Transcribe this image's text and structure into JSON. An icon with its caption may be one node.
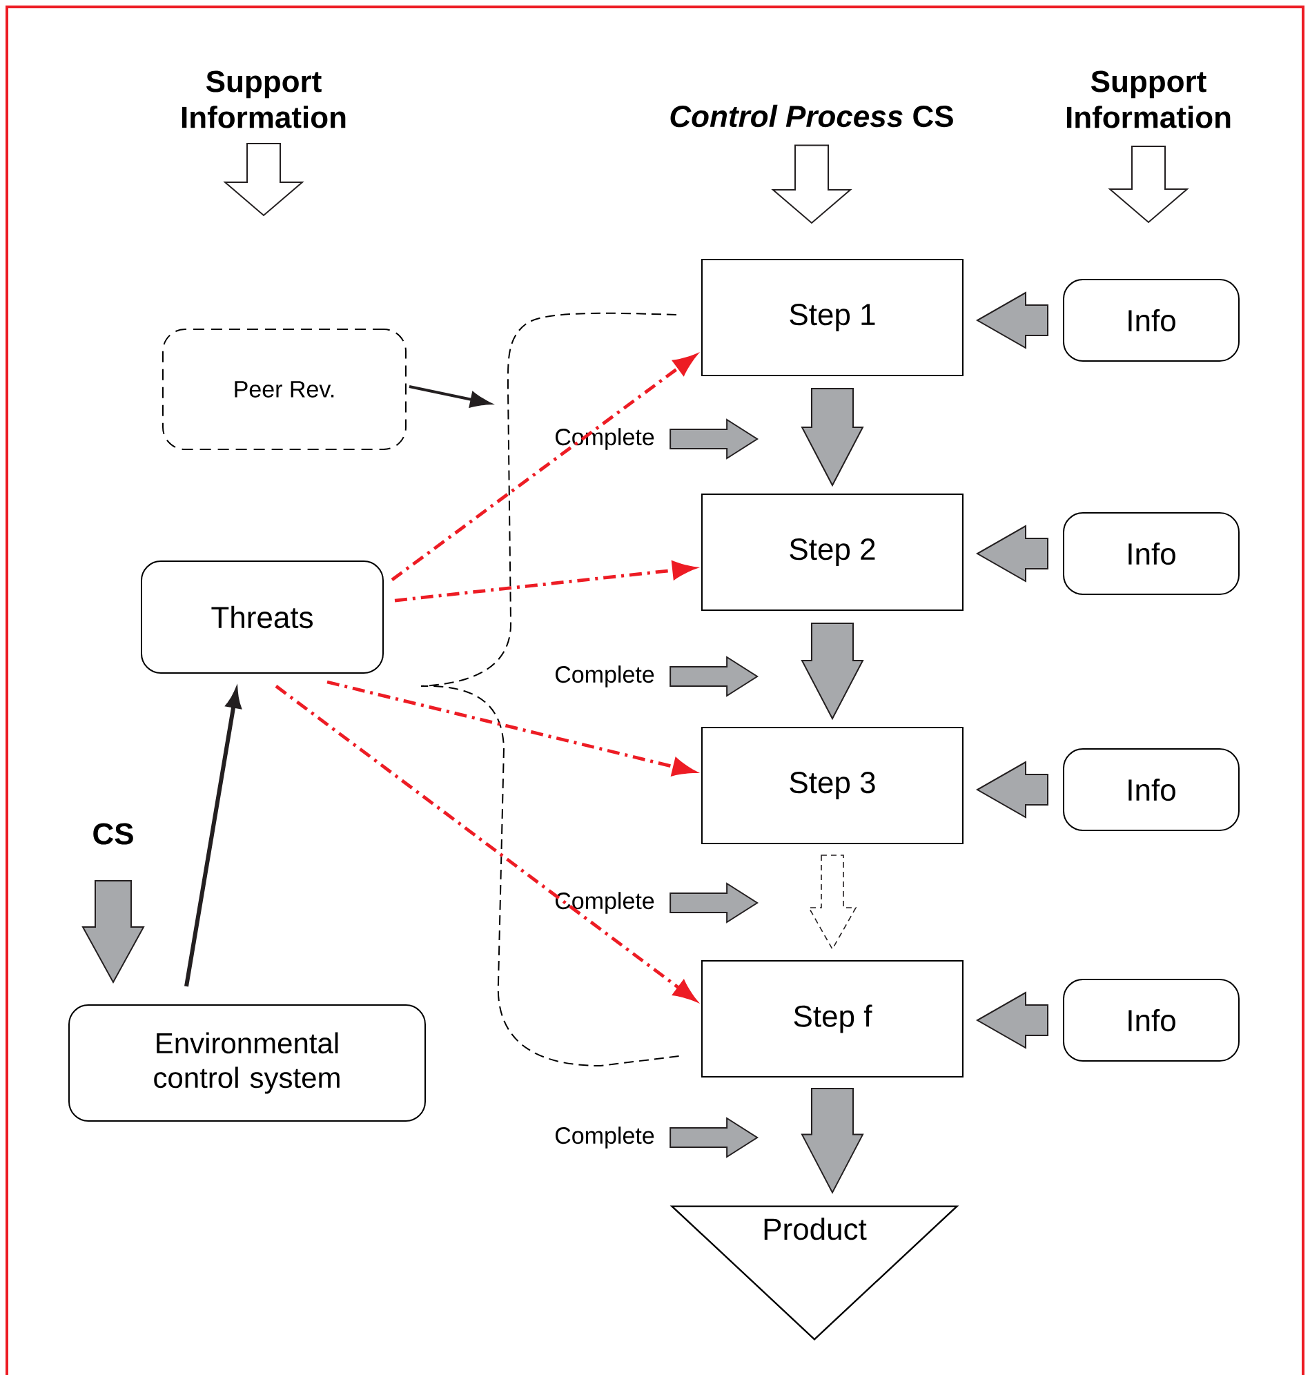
{
  "diagram": {
    "nodes": [
      {
        "text": [
          "Support Information"
        ]
      },
      {
        "text": [
          "*Control Process* CS"
        ]
      },
      {
        "text": [
          "Support Information"
        ]
      },
      {
        "text": [
          "Peer Rev."
        ]
      },
      {
        "text": [
          "Step 1"
        ]
      },
      {
        "text": [
          "Info"
        ]
      },
      {
        "text": [
          "Complete"
        ]
      },
      {
        "text": [
          "Threats"
        ]
      },
      {
        "text": [
          "Step 2"
        ]
      },
      {
        "text": [
          "Info"
        ]
      },
      {
        "text": [
          "Complete"
        ]
      },
      {
        "text": [
          "Step 3"
        ]
      },
      {
        "text": [
          "Info"
        ]
      },
      {
        "text": [
          "CS"
        ]
      },
      {
        "text": [
          "Complete"
        ]
      },
      {
        "text": [
          "Environmental control system"
        ]
      },
      {
        "text": [
          "Step f"
        ]
      },
      {
        "text": [
          "Info"
        ]
      },
      {
        "text": [
          "Complete"
        ]
      },
      {
        "text": [
          "Product"
        ]
      }
    ],
    "edges": [
      {
        "from": 0,
        "to": null,
        "arrow": "to",
        "color": "#ffffff"
      },
      {
        "from": 1,
        "to": 4,
        "arrow": "to",
        "color": "#ffffff"
      },
      {
        "from": 2,
        "to": 5,
        "arrow": "to",
        "color": "#ffffff"
      },
      {
        "from": 3,
        "to": null,
        "arrow": "to",
        "color": "#231f20"
      },
      {
        "from": 5,
        "to": 4,
        "arrow": "to"
      },
      {
        "from": 4,
        "to": 8,
        "arrow": "to"
      },
      {
        "from": 6,
        "to": null,
        "arrow": "to"
      },
      {
        "from": 7,
        "to": 4,
        "arrow": "to",
        "style": "dashed",
        "color": "#ed1c24"
      },
      {
        "from": 7,
        "to": 8,
        "arrow": "to",
        "style": "dashed",
        "color": "#ed1c24"
      },
      {
        "from": 9,
        "to": 8,
        "arrow": "to"
      },
      {
        "from": 8,
        "to": 11,
        "arrow": "to"
      },
      {
        "from": 10,
        "to": null,
        "arrow": "to"
      },
      {
        "from": 7,
        "to": 11,
        "arrow": "to",
        "style": "dashed",
        "color": "#ed1c24"
      },
      {
        "from": 12,
        "to": 11,
        "arrow": "to"
      },
      {
        "from": 7,
        "to": 16,
        "arrow": "to",
        "style": "dashed",
        "color": "#ed1c24"
      },
      {
        "from": 11,
        "to": 16,
        "arrow": "to",
        "style": "dashed",
        "color": "#ffffff"
      },
      {
        "from": 14,
        "to": null,
        "arrow": "to"
      },
      {
        "from": 13,
        "to": 15,
        "arrow": "to"
      },
      {
        "from": 15,
        "to": 7,
        "arrow": "to",
        "color": "#231f20"
      },
      {
        "from": 17,
        "to": 16,
        "arrow": "to"
      },
      {
        "from": 16,
        "to": 19,
        "arrow": "to"
      },
      {
        "from": 18,
        "to": null,
        "arrow": "to"
      }
    ]
  }
}
